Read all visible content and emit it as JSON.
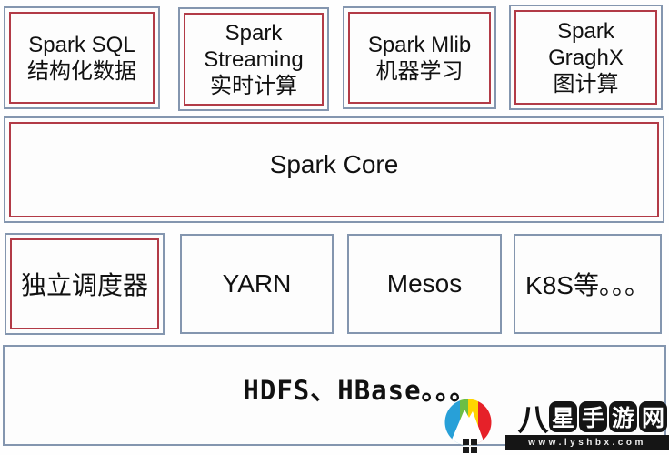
{
  "diagram": {
    "top_row": [
      {
        "name": "spark-sql",
        "lines": [
          "Spark SQL",
          "结构化数据"
        ]
      },
      {
        "name": "spark-streaming",
        "lines": [
          "Spark",
          "Streaming",
          "实时计算"
        ]
      },
      {
        "name": "spark-mlib",
        "lines": [
          "Spark Mlib",
          "机器学习"
        ]
      },
      {
        "name": "spark-graphx",
        "lines": [
          "Spark",
          "GraghX",
          "图计算"
        ]
      }
    ],
    "core": {
      "label": "Spark Core"
    },
    "schedulers": [
      {
        "label": "独立调度器"
      },
      {
        "label": "YARN"
      },
      {
        "label": "Mesos"
      },
      {
        "label": "K8S等。。。"
      }
    ],
    "storage": {
      "label": "HDFS、HBase。。。"
    }
  },
  "watermark": {
    "site_name_chars": [
      "八",
      "星",
      "手",
      "游",
      "网"
    ],
    "url": "www.lyshbx.com",
    "logo_colors": {
      "blue": "#28a0d8",
      "green": "#6cbe45",
      "yellow": "#ffd400",
      "red": "#e62129"
    }
  },
  "colors": {
    "box_border": "#8496af",
    "accent_border": "#b23b47",
    "text": "#111111",
    "watermark_bg": "#151515"
  }
}
